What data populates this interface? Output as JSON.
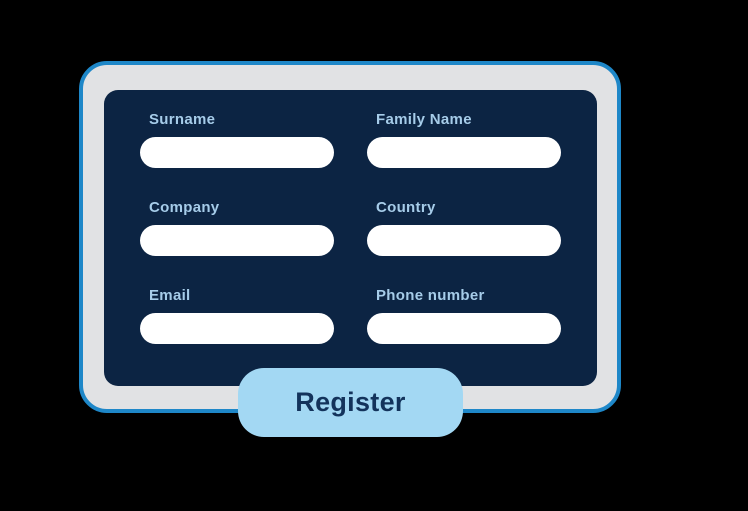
{
  "form": {
    "fields": [
      {
        "id": "surname",
        "label": "Surname",
        "value": ""
      },
      {
        "id": "family-name",
        "label": "Family Name",
        "value": ""
      },
      {
        "id": "company",
        "label": "Company",
        "value": ""
      },
      {
        "id": "country",
        "label": "Country",
        "value": ""
      },
      {
        "id": "email",
        "label": "Email",
        "value": ""
      },
      {
        "id": "phone-number",
        "label": "Phone number",
        "value": ""
      }
    ],
    "submit_label": "Register"
  },
  "colors": {
    "background": "#000000",
    "card_fill": "#e1e2e4",
    "card_border": "#1e87c8",
    "panel_fill": "#0c2443",
    "label_text": "#a6cce9",
    "input_fill": "#ffffff",
    "button_fill": "#a3d8f3",
    "button_text": "#13335b"
  }
}
